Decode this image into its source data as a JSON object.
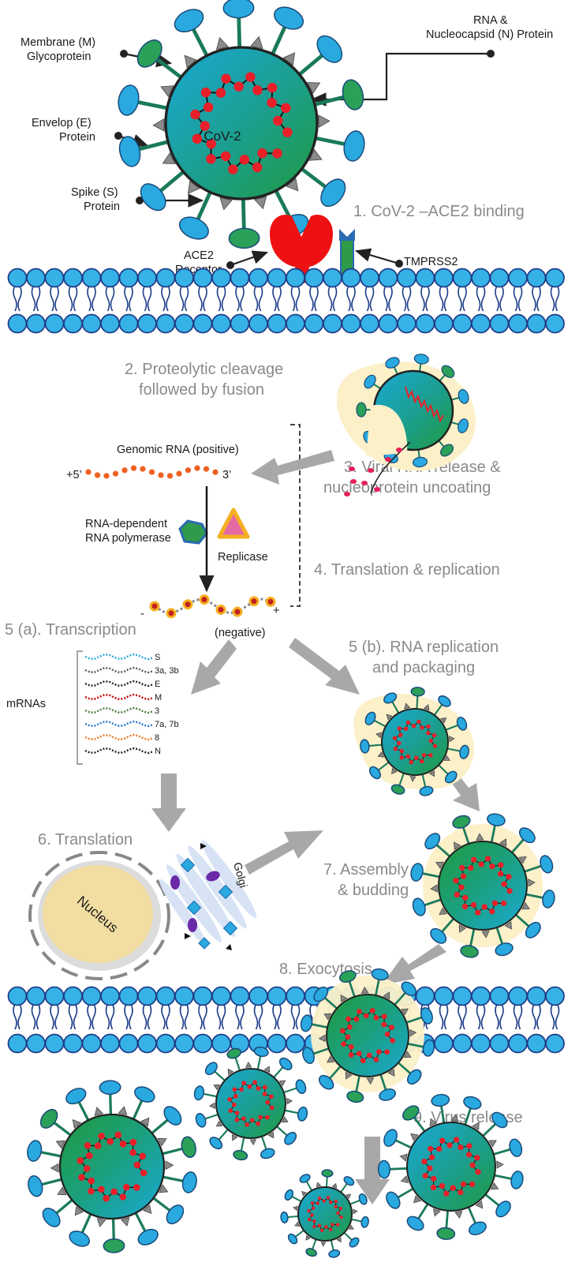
{
  "labels": {
    "membrane_m_1": "Membrane (M)",
    "membrane_m_2": "Glycoprotein",
    "envelope_e_1": "Envelop (E)",
    "envelope_e_2": "Protein",
    "spike_s_1": "Spike (S)",
    "spike_s_2": "Protein",
    "rna_n_1": "RNA &",
    "rna_n_2": "Nucleocapsid (N) Protein",
    "virus_name": "CoV-2",
    "ace2_1": "ACE2",
    "ace2_2": "Receptor",
    "tmprss2": "TMPRSS2",
    "genomic_rna": "Genomic RNA (positive)",
    "five_prime": "+5’",
    "three_prime": "3’",
    "rdrp_1": "RNA-dependent",
    "rdrp_2": "RNA polymerase",
    "replicase": "Replicase",
    "minus_sign": "-",
    "plus_sign": "+",
    "negative": "(negative)",
    "mrnas": "mRNAs",
    "nucleus": "Nucleus",
    "golgi": "Golgi"
  },
  "steps": {
    "s1": "1. CoV-2 –ACE2 binding",
    "s2_1": "2. Proteolytic cleavage",
    "s2_2": "followed by fusion",
    "s3_1": "3. Viral RNA release &",
    "s3_2": "nucleoprotein uncoating",
    "s4": "4. Translation & replication",
    "s5a": "5 (a). Transcription",
    "s5b_1": "5 (b). RNA replication",
    "s5b_2": "and packaging",
    "s6": "6. Translation",
    "s7_1": "7. Assembly",
    "s7_2": "& budding",
    "s8": "8. Exocytosis",
    "s9": "9. Virus release"
  },
  "mrna_list": [
    {
      "name": "S",
      "color": "#29a9e0"
    },
    {
      "name": "3a, 3b",
      "color": "#555555"
    },
    {
      "name": "E",
      "color": "#222222"
    },
    {
      "name": "M",
      "color": "#cc0000"
    },
    {
      "name": "3",
      "color": "#4a7a3a"
    },
    {
      "name": "7a, 7b",
      "color": "#2277cc"
    },
    {
      "name": "8",
      "color": "#ee7722"
    },
    {
      "name": "N",
      "color": "#222222"
    }
  ],
  "colors": {
    "virus_teal": "#1fa6c8",
    "virus_green": "#1f9a4a",
    "rna_red": "#e8202a",
    "membrane_blue": "#36b2e6",
    "membrane_tail": "#1f3e8a",
    "ace2_red": "#ee1111",
    "tmprss2_green": "#2f9a4a",
    "halo": "#fbf0c8",
    "nucleus_fill": "#f2dda2",
    "arrow_grey": "#a8a8a8",
    "step_grey": "#8a8a8a"
  }
}
